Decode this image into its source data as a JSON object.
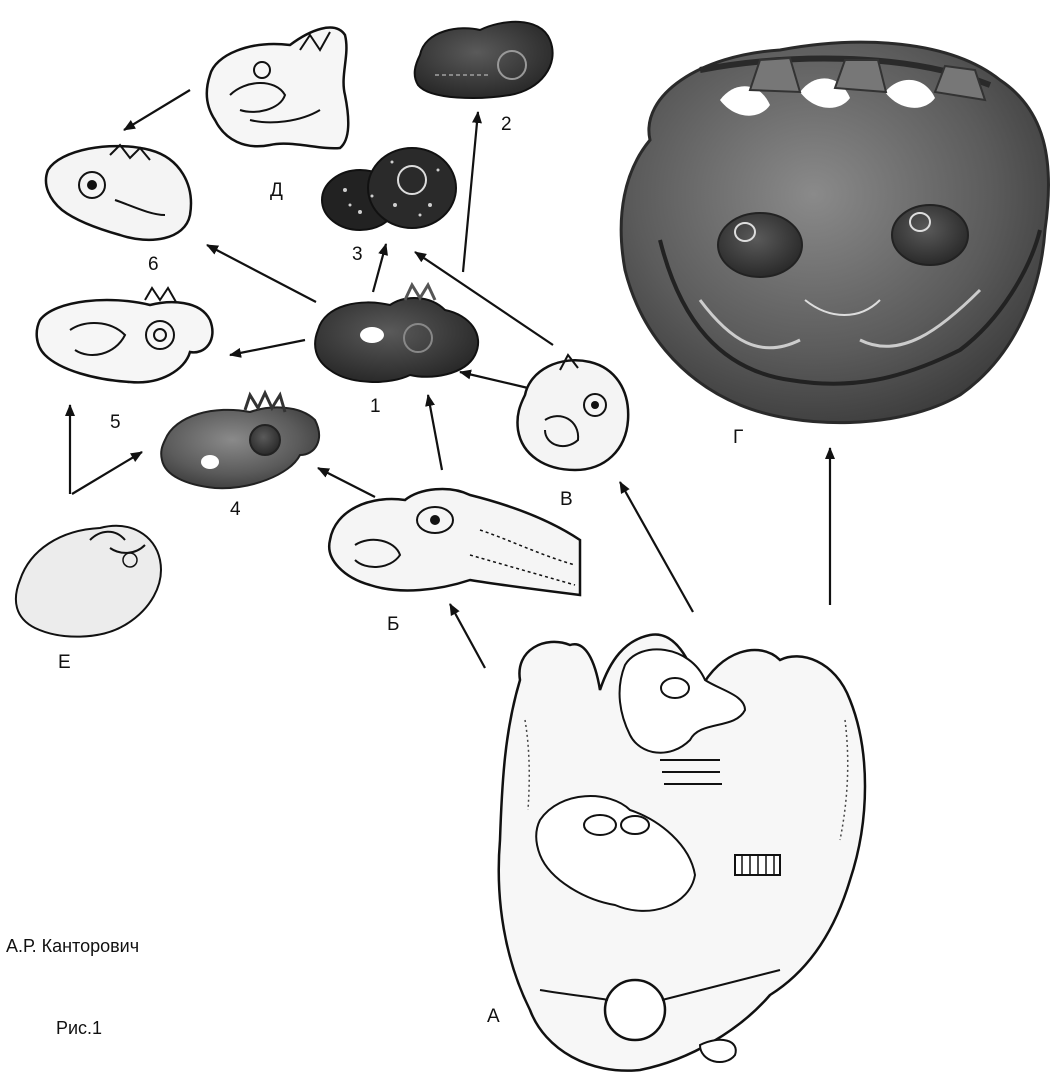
{
  "labels": {
    "item_1": "1",
    "item_2": "2",
    "item_3": "3",
    "item_4": "4",
    "item_5": "5",
    "item_6": "6",
    "item_A": "А",
    "item_B": "Б",
    "item_V": "В",
    "item_G": "Г",
    "item_D": "Д",
    "item_E": "Е"
  },
  "credits": {
    "author": "А.Р. Канторович",
    "figure_number": "Рис.1"
  },
  "arrows": [
    {
      "from": "А",
      "to": "Б"
    },
    {
      "from": "А",
      "to": "В"
    },
    {
      "from": "А",
      "to": "Г"
    },
    {
      "from": "Б",
      "to": "1"
    },
    {
      "from": "Б",
      "to": "4"
    },
    {
      "from": "В",
      "to": "1"
    },
    {
      "from": "В",
      "to": "3"
    },
    {
      "from": "1",
      "to": "3"
    },
    {
      "from": "1",
      "to": "5"
    },
    {
      "from": "1",
      "to": "6"
    },
    {
      "from": "3",
      "to": "2"
    },
    {
      "from": "Д",
      "to": "6"
    },
    {
      "from": "Е",
      "to": "4"
    },
    {
      "from": "Е",
      "to": "5"
    }
  ],
  "colors": {
    "line": "#111111",
    "metal_dark": "#3c3c3c",
    "metal_mid": "#6a6a6a",
    "drawing_fill": "#f7f7f7"
  }
}
